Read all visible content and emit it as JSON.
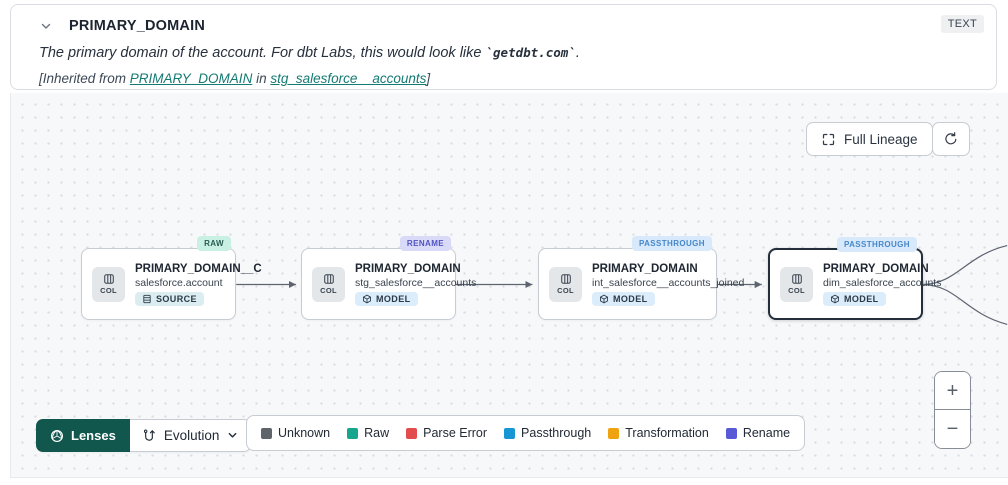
{
  "header": {
    "title": "PRIMARY_DOMAIN",
    "type_badge": "TEXT",
    "description": {
      "prefix": "The primary domain of the account. For dbt Labs, this would look like ",
      "code": "`getdbt.com`",
      "suffix": "."
    },
    "inherited": {
      "prefix": "[Inherited from ",
      "column_link": "PRIMARY_DOMAIN",
      "middle": " in ",
      "model_link": "stg_salesforce__accounts",
      "suffix": "]"
    }
  },
  "toolbar": {
    "full_lineage": "Full Lineage"
  },
  "nodes": [
    {
      "status": "RAW",
      "title": "PRIMARY_DOMAIN__C",
      "subtitle": "salesforce.account",
      "type": "SOURCE",
      "col_label": "COL",
      "selected": false
    },
    {
      "status": "RENAME",
      "title": "PRIMARY_DOMAIN",
      "subtitle": "stg_salesforce__accounts",
      "type": "MODEL",
      "col_label": "COL",
      "selected": false
    },
    {
      "status": "PASSTHROUGH",
      "title": "PRIMARY_DOMAIN",
      "subtitle": "int_salesforce__accounts_joined",
      "type": "MODEL",
      "col_label": "COL",
      "selected": false
    },
    {
      "status": "PASSTHROUGH",
      "title": "PRIMARY_DOMAIN",
      "subtitle": "dim_salesforce_accounts",
      "type": "MODEL",
      "col_label": "COL",
      "selected": true
    }
  ],
  "lenses_bar": {
    "lenses": "Lenses",
    "dropdown": "Evolution"
  },
  "legend": {
    "items": [
      {
        "label": "Unknown",
        "color": "#5f646b"
      },
      {
        "label": "Raw",
        "color": "#18a58e"
      },
      {
        "label": "Parse Error",
        "color": "#e34c4c"
      },
      {
        "label": "Passthrough",
        "color": "#1697d4"
      },
      {
        "label": "Transformation",
        "color": "#f0a310"
      },
      {
        "label": "Rename",
        "color": "#5759d6"
      }
    ]
  },
  "zoom": {
    "in": "+",
    "out": "−"
  },
  "colors": {
    "link_teal": "#147a72",
    "lenses_bg": "#11574d",
    "selected_node_border": "#242e3b",
    "badge_raw_bg": "#c9f1e3",
    "badge_rename_bg": "#d9daf8",
    "badge_passthrough_bg": "#d7e9fb",
    "canvas_bg": "#f7f8fa"
  }
}
